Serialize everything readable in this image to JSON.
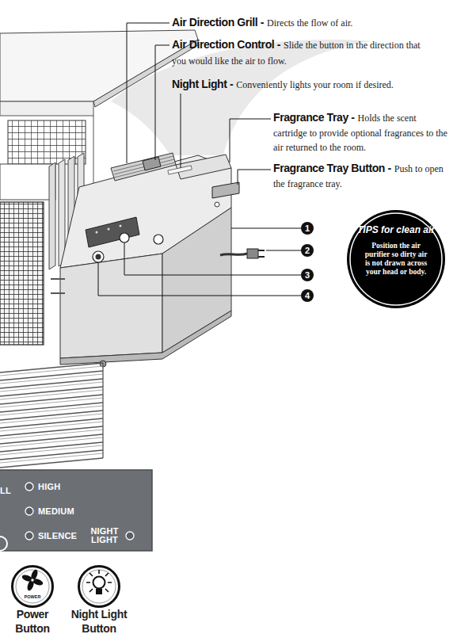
{
  "diagram": {
    "nodes": [
      {
        "text": [
          "1"
        ]
      },
      {
        "text": [
          "2"
        ]
      },
      {
        "text": [
          "3"
        ]
      },
      {
        "text": [
          "4"
        ]
      },
      {
        "text": [
          "TIPS for clean air",
          "Position the air purifier so dirty air is not drawn across your head or body."
        ]
      },
      {
        "text": [
          "LL",
          "HIGH",
          "MEDIUM",
          "SILENCE",
          "NIGHT LIGHT"
        ]
      },
      {
        "text": [
          "POWER",
          "Power Button"
        ]
      },
      {
        "text": [
          "Night Light Button"
        ]
      }
    ],
    "labels": [
      "Air Direction Grill -",
      "Directs the flow of air.",
      "Air Direction Control -",
      "Slide the button in the direction that you would like the air to flow.",
      "Night Light -",
      "Conveniently lights your room if desired.",
      "Fragrance Tray -",
      "Holds the scent cartridge to provide optional fragrances to the air returned to the room.",
      "Fragrance Tray Button -",
      "Push to open the fragrance tray."
    ]
  }
}
